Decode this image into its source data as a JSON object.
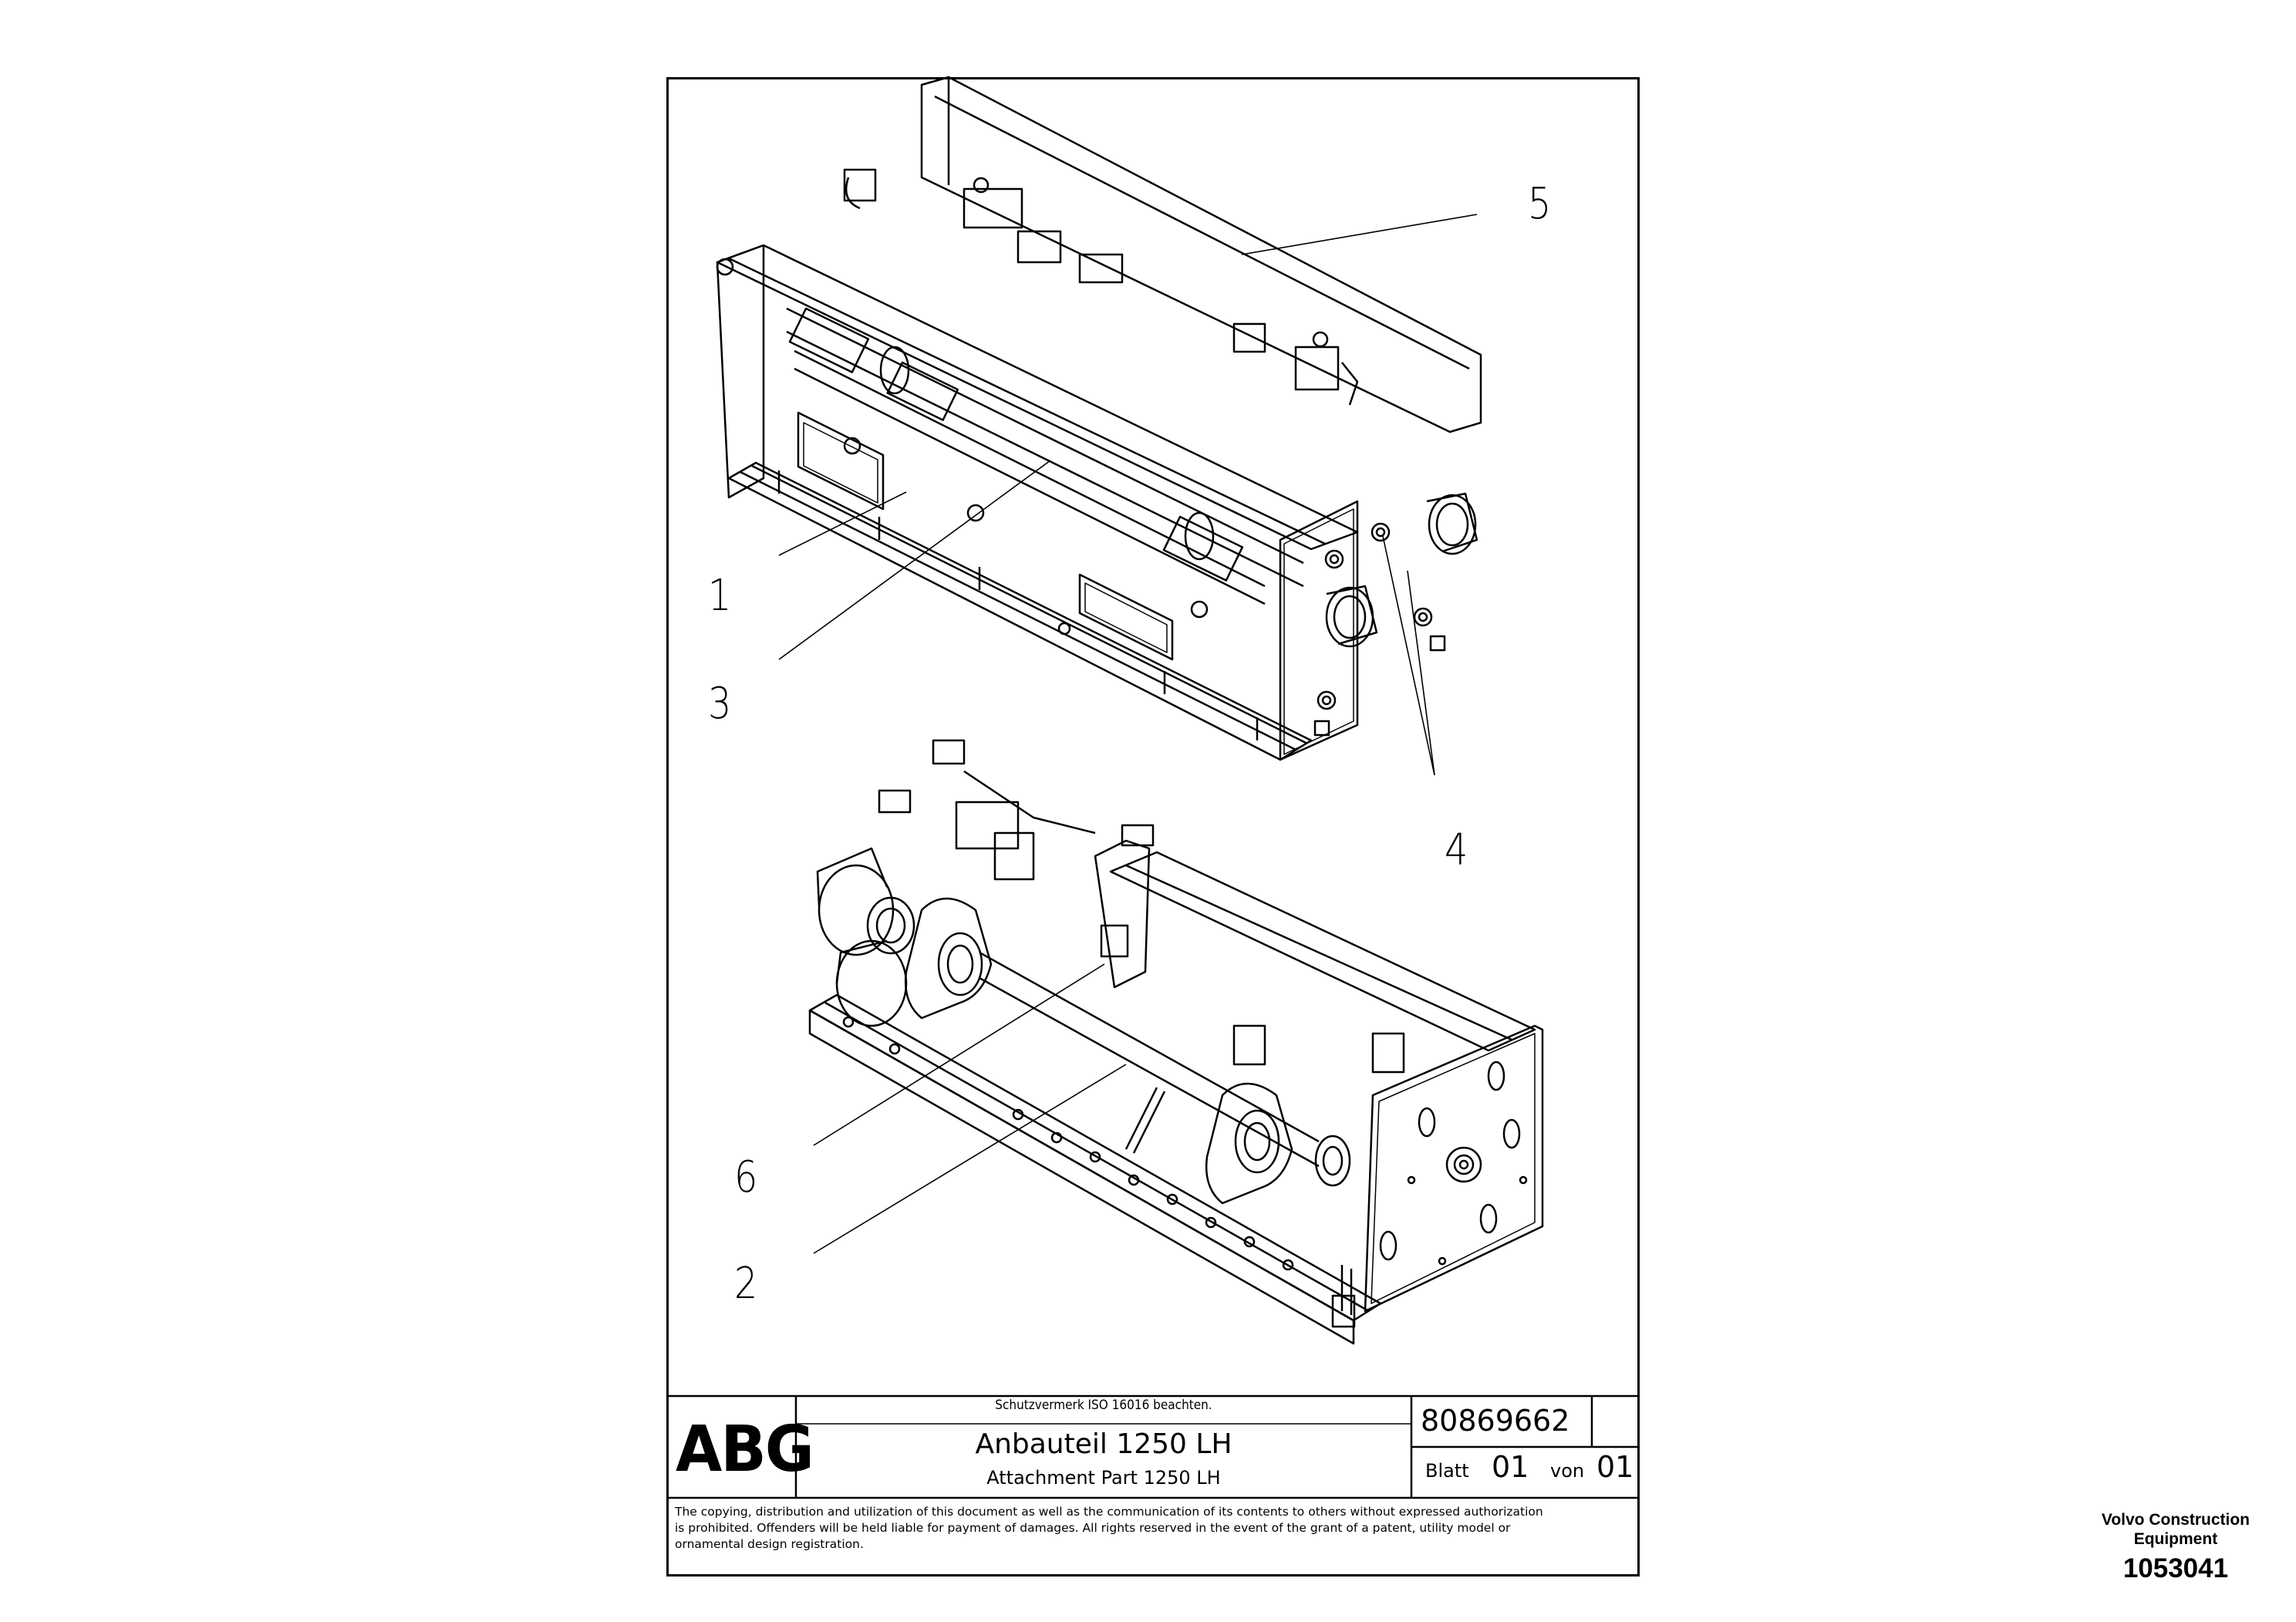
{
  "callouts": [
    "1",
    "2",
    "3",
    "4",
    "5",
    "6"
  ],
  "title_block": {
    "logo": "ABG",
    "protection_note": "Schutzvermerk ISO 16016 beachten.",
    "title_de": "Anbauteil 1250 LH",
    "title_en": "Attachment Part 1250 LH",
    "drawing_number": "80869662",
    "sheet_label": "Blatt",
    "sheet_number": "01",
    "of_label": "von",
    "sheet_total": "01"
  },
  "notice": {
    "line1": "The copying, distribution and utilization of this document as well as the communication of its contents to others without expressed authorization",
    "line2": "is prohibited. Offenders will be held liable for payment of damages. All rights reserved in the event of the grant of a patent, utility model or",
    "line3": "ornamental design registration."
  },
  "vendor": {
    "name_line1": "Volvo Construction",
    "name_line2": "Equipment",
    "code": "1053041"
  }
}
